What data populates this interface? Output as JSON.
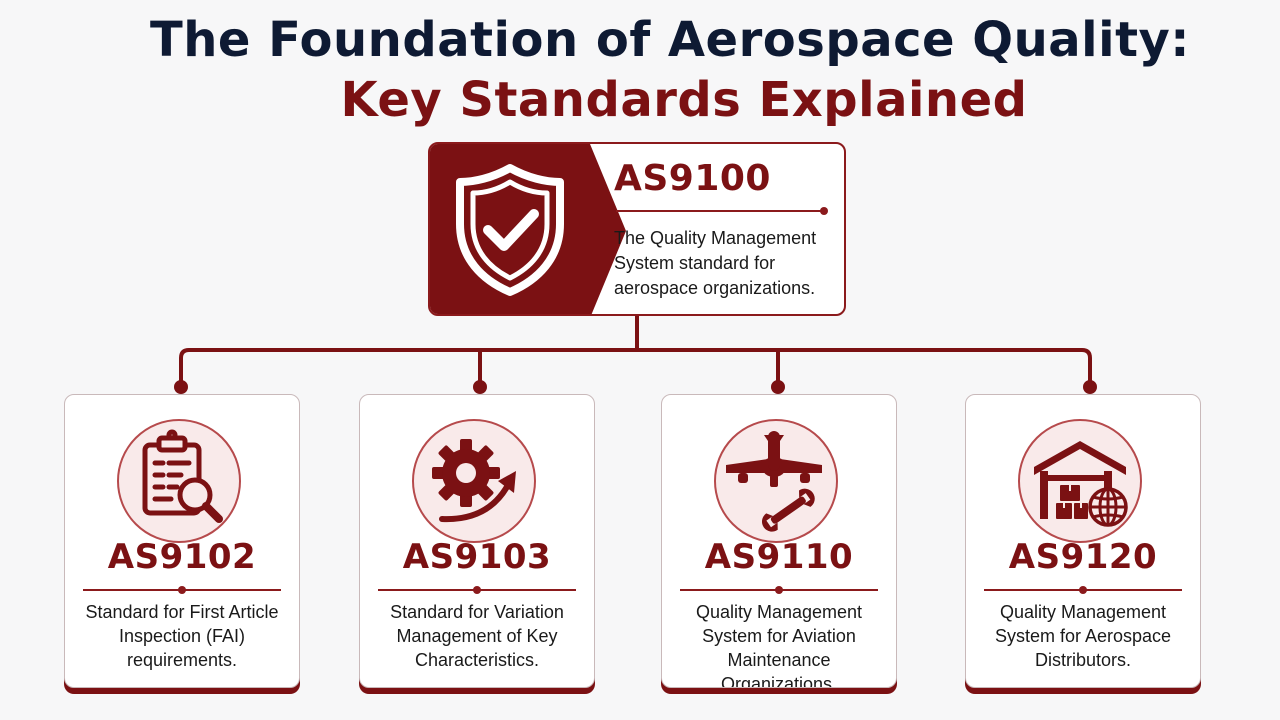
{
  "title_line1": "The Foundation of Aerospace Quality:",
  "title_line2": "Key Standards Explained",
  "colors": {
    "primary": "#7b1113",
    "navy": "#0e1a33",
    "icon_bg": "#f9eaea"
  },
  "root": {
    "code": "AS9100",
    "description": "The Quality Management System standard for aerospace organizations.",
    "icon": "shield-check-icon"
  },
  "children": [
    {
      "code": "AS9102",
      "description": "Standard for First Article Inspection (FAI) requirements.",
      "icon": "clipboard-magnifier-icon"
    },
    {
      "code": "AS9103",
      "description": "Standard for Variation Management of Key Characteristics.",
      "icon": "gear-arrow-icon"
    },
    {
      "code": "AS9110",
      "description": "Quality Management System for Aviation Maintenance Organizations.",
      "icon": "airplane-wrench-icon"
    },
    {
      "code": "AS9120",
      "description": "Quality Management System for Aerospace Distributors.",
      "icon": "warehouse-globe-icon"
    }
  ]
}
